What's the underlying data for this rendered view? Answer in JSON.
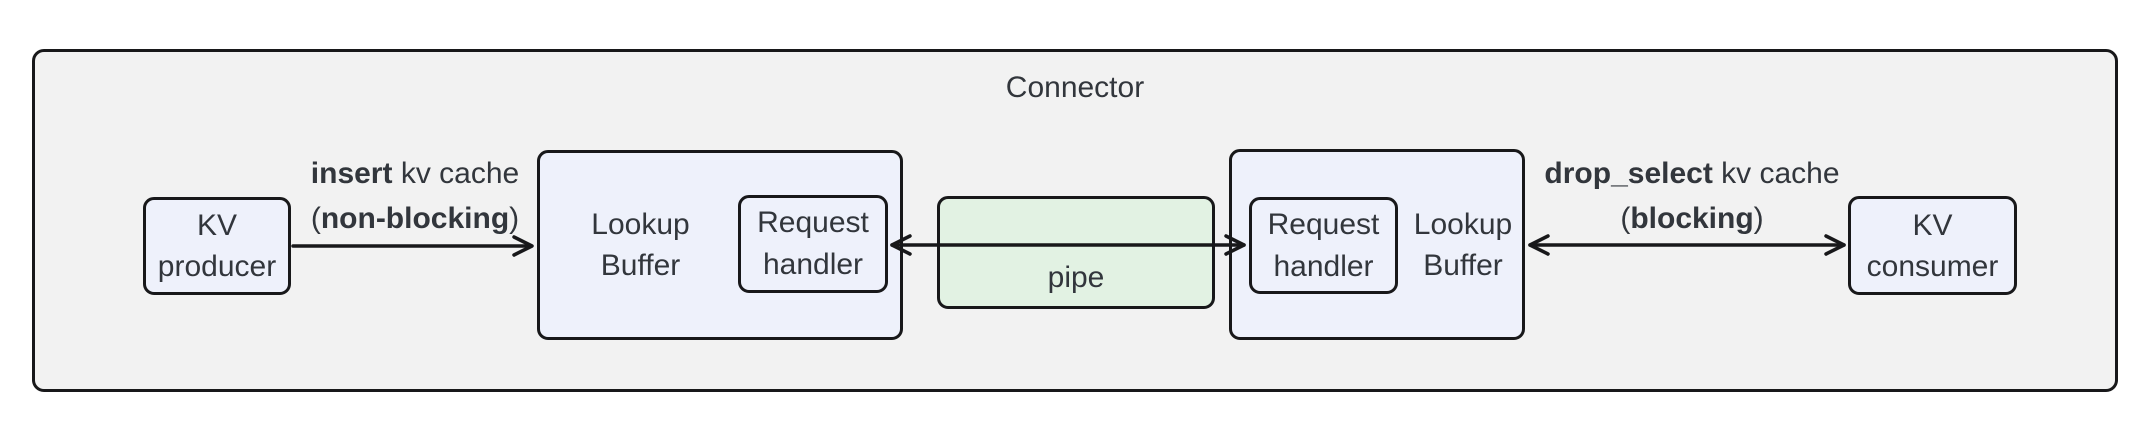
{
  "diagram": {
    "title": "Connector",
    "nodes": {
      "kv_producer": {
        "line1": "KV",
        "line2": "producer"
      },
      "lookup_buffer_left": {
        "line1": "Lookup",
        "line2": "Buffer"
      },
      "request_handler_left": {
        "line1": "Request",
        "line2": "handler"
      },
      "pipe": {
        "label": "pipe"
      },
      "request_handler_right": {
        "line1": "Request",
        "line2": "handler"
      },
      "lookup_buffer_right": {
        "line1": "Lookup",
        "line2": "Buffer"
      },
      "kv_consumer": {
        "line1": "KV",
        "line2": "consumer"
      }
    },
    "edges": {
      "insert": {
        "verb": "insert",
        "rest": " kv cache",
        "paren_open": "(",
        "mode": "non-blocking",
        "paren_close": ")"
      },
      "drop_select": {
        "verb": "drop_select",
        "rest": " kv cache",
        "paren_open": "(",
        "mode": "blocking",
        "paren_close": ")"
      }
    },
    "colors": {
      "canvas_bg": "#ffffff",
      "connector_bg": "#f2f2f2",
      "node_bg": "#eef1fb",
      "pipe_bg": "#e2f2e3",
      "border": "#18181a",
      "text": "#32363c"
    }
  }
}
